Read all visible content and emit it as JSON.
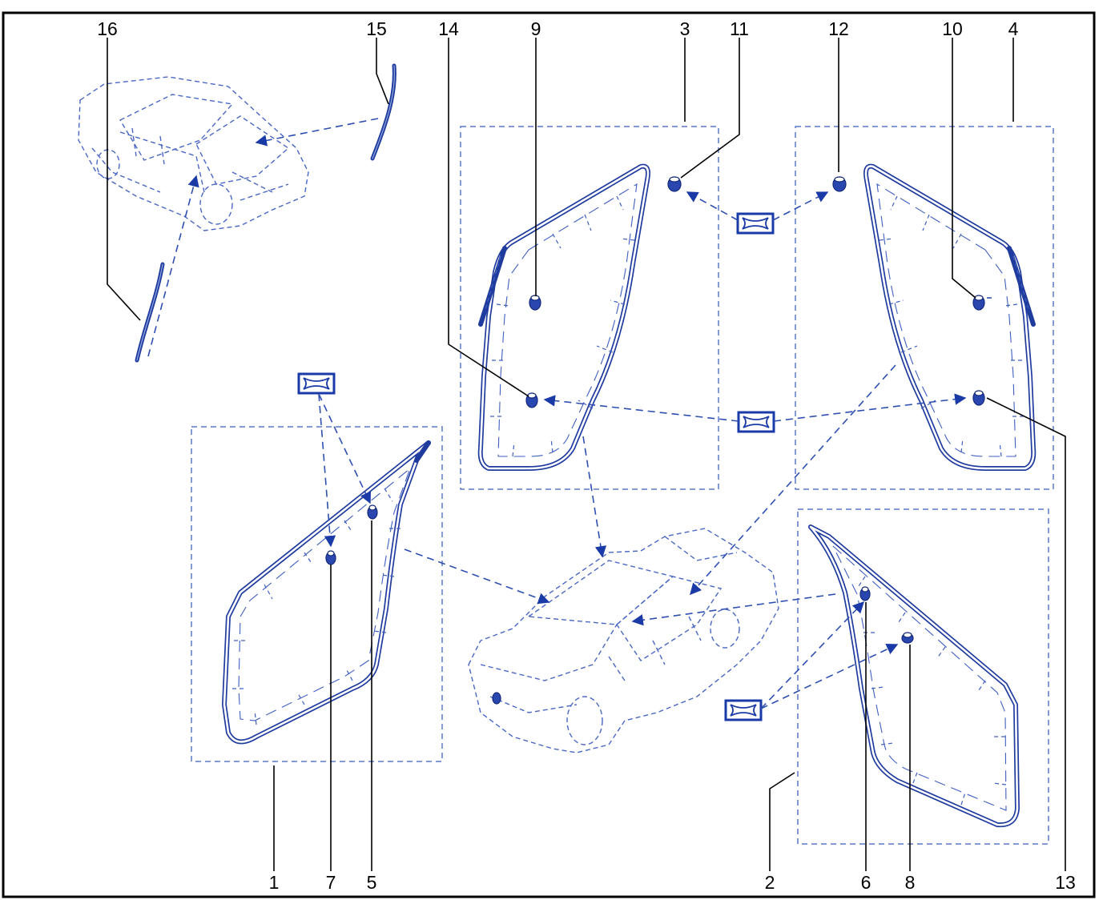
{
  "callouts": {
    "c1": "1",
    "c2": "2",
    "c3": "3",
    "c4": "4",
    "c5": "5",
    "c6": "6",
    "c7": "7",
    "c8": "8",
    "c9": "9",
    "c10": "10",
    "c11": "11",
    "c12": "12",
    "c13": "13",
    "c14": "14",
    "c15": "15",
    "c16": "16"
  },
  "colors": {
    "line": "#1f3b9e",
    "dashed": "#4a67c4",
    "frame": "#000000"
  },
  "icons": [
    "sealant-symbol-icon",
    "clip-icon",
    "weatherstrip-icon",
    "vehicle-outline-icon"
  ]
}
